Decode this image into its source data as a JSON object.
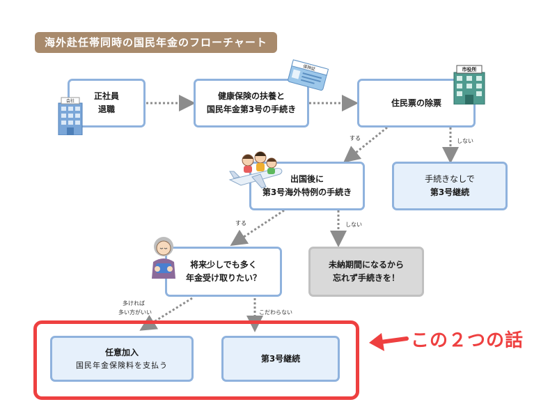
{
  "title": "海外赴任帯同時の国民年金のフローチャート",
  "nodes": {
    "resign": {
      "line1": "正社員",
      "line2": "退職"
    },
    "insurance": {
      "line1": "健康保険の扶養と",
      "line2": "国民年金第3号の手続き"
    },
    "residence": {
      "line1": "住民票の除票"
    },
    "overseas": {
      "line1": "出国後に",
      "line2": "第3号海外特例の手続き"
    },
    "no_procedure": {
      "line1": "手続きなしで",
      "line2": "第3号継続"
    },
    "future": {
      "line1": "将来少しでも多く",
      "line2": "年金受け取りたい？"
    },
    "unpaid": {
      "line1": "未納期間になるから",
      "line2": "忘れず手続きを！"
    },
    "voluntary": {
      "line1": "任意加入",
      "line2": "国民年金保険料を支払う"
    },
    "continue3": {
      "line1": "第3号継続"
    }
  },
  "edge_labels": {
    "residence_yes": "する",
    "residence_no": "しない",
    "overseas_yes": "する",
    "overseas_no": "しない",
    "future_more_1": "多ければ",
    "future_more_2": "多い方がいい",
    "future_indifferent": "こだわらない"
  },
  "callout": "この２つの話",
  "illustrations": {
    "card_text": "保険証",
    "office_sign": "市役所",
    "company_sign": "会社"
  },
  "colors": {
    "title_bg": "#a88a6c",
    "node_border": "#8fb2dd",
    "node_fill_blue": "#e6f0fb",
    "node_fill_gray": "#d9d9d9",
    "arrow": "#8c8c8c",
    "highlight": "#ee4040"
  }
}
